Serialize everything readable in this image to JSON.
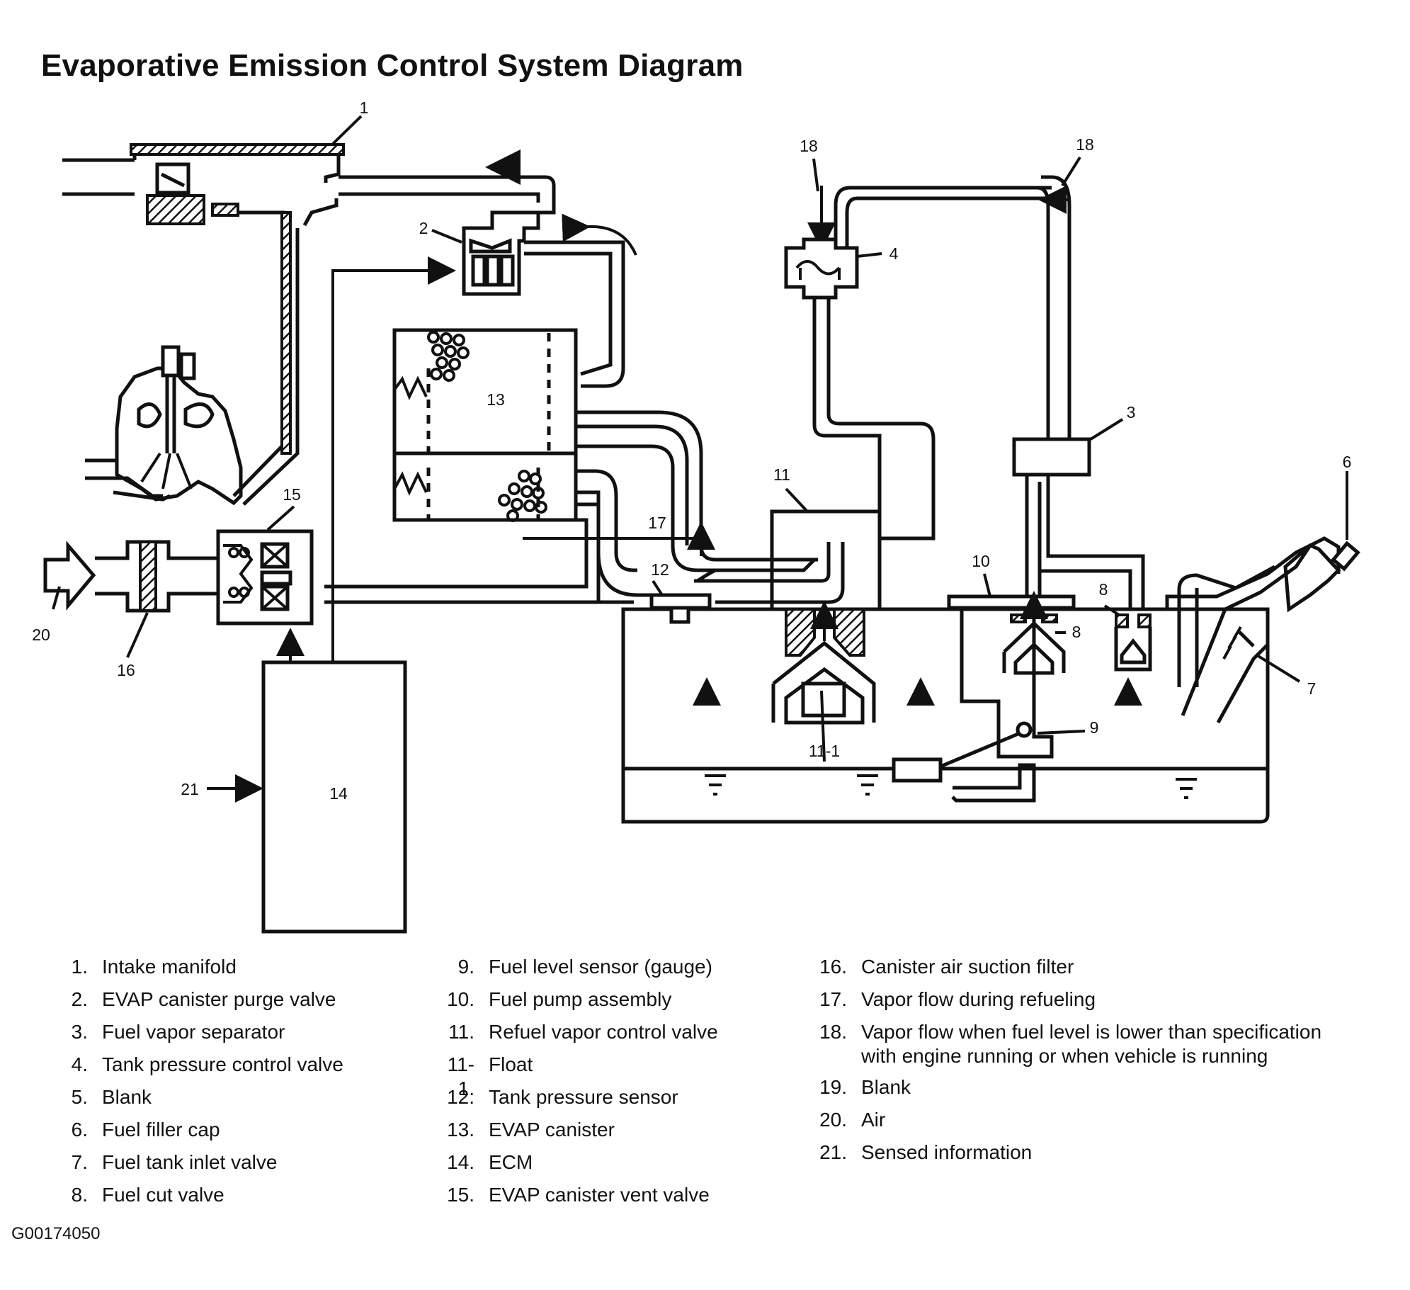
{
  "title": "Evaporative Emission Control System Diagram",
  "figure_code": "G00174050",
  "callouts": {
    "c1": "1",
    "c2": "2",
    "c3": "3",
    "c4": "4",
    "c6": "6",
    "c7": "7",
    "c8a": "8",
    "c8b": "8",
    "c9": "9",
    "c10": "10",
    "c11": "11",
    "c11_1": "11-1",
    "c12": "12",
    "c13": "13",
    "c14": "14",
    "c15": "15",
    "c16": "16",
    "c17": "17",
    "c18a": "18",
    "c18b": "18",
    "c20": "20",
    "c21": "21"
  },
  "legend": {
    "col1": [
      {
        "num": "1.",
        "text": "Intake manifold"
      },
      {
        "num": "2.",
        "text": "EVAP canister purge valve"
      },
      {
        "num": "3.",
        "text": "Fuel vapor separator"
      },
      {
        "num": "4.",
        "text": "Tank pressure control valve"
      },
      {
        "num": "5.",
        "text": "Blank"
      },
      {
        "num": "6.",
        "text": "Fuel filler cap"
      },
      {
        "num": "7.",
        "text": "Fuel tank inlet valve"
      },
      {
        "num": "8.",
        "text": "Fuel cut valve"
      }
    ],
    "col2": [
      {
        "num": "9.",
        "text": "Fuel level sensor (gauge)"
      },
      {
        "num": "10.",
        "text": "Fuel pump assembly"
      },
      {
        "num": "11.",
        "text": "Refuel vapor control valve"
      },
      {
        "num": "11-1.",
        "text": "Float"
      },
      {
        "num": "12.",
        "text": "Tank pressure sensor"
      },
      {
        "num": "13.",
        "text": "EVAP canister"
      },
      {
        "num": "14.",
        "text": "ECM"
      },
      {
        "num": "15.",
        "text": "EVAP canister vent valve"
      }
    ],
    "col3": [
      {
        "num": "16.",
        "text": "Canister air suction filter"
      },
      {
        "num": "17.",
        "text": "Vapor flow during refueling"
      },
      {
        "num": "18.",
        "text": "Vapor flow when fuel level is lower than specification",
        "text2": "with engine running or when vehicle is running"
      },
      {
        "num": "19.",
        "text": "Blank"
      },
      {
        "num": "20.",
        "text": "Air"
      },
      {
        "num": "21.",
        "text": "Sensed information"
      }
    ]
  }
}
